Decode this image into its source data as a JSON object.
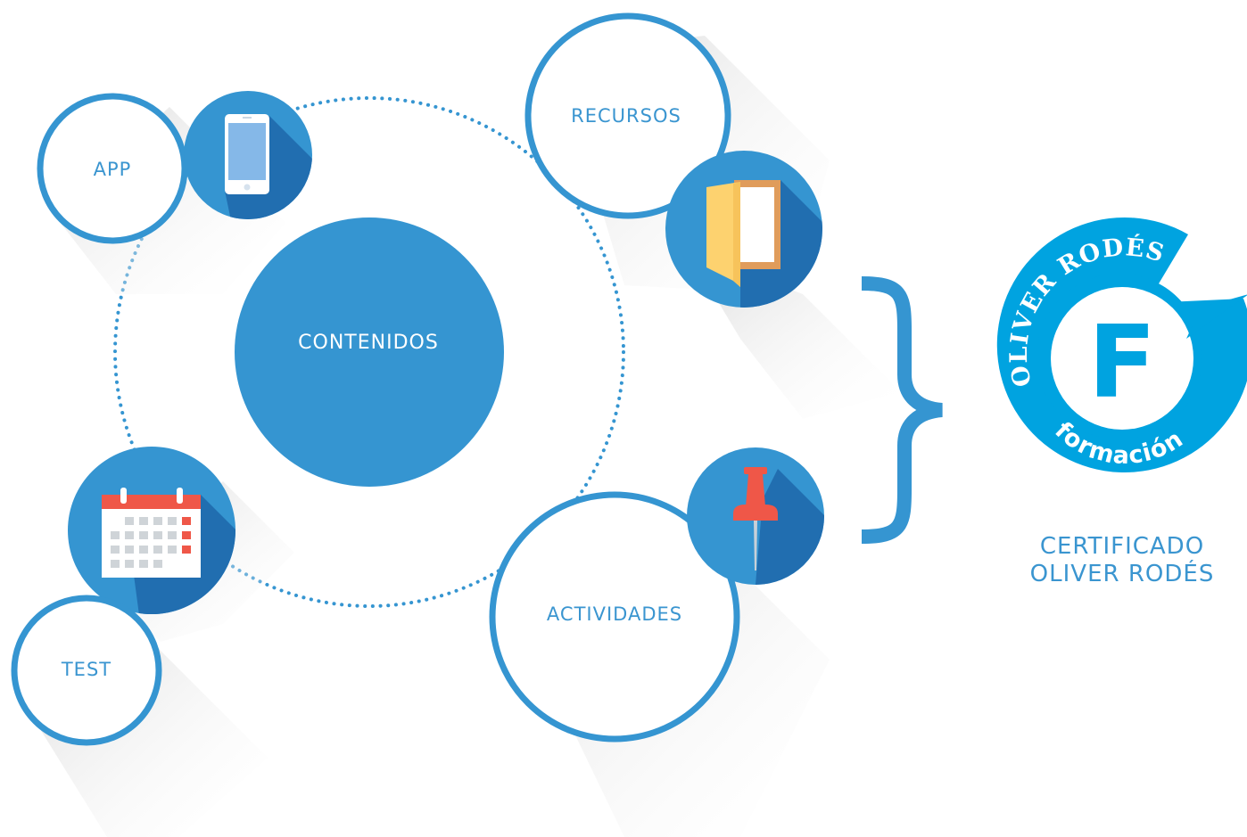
{
  "diagram": {
    "center": {
      "label": "CONTENIDOS"
    },
    "nodes": {
      "app": {
        "label": "APP",
        "icon": "smartphone-icon"
      },
      "recursos": {
        "label": "RECURSOS",
        "icon": "folder-icon"
      },
      "actividades": {
        "label": "ACTIVIDADES",
        "icon": "pushpin-icon"
      },
      "test": {
        "label": "TEST",
        "icon": "calendar-icon"
      }
    },
    "certificate": {
      "line1": "CERTIFICADO",
      "line2": "OLIVER RODÉS"
    }
  },
  "logo": {
    "brand_text": "OLIVER RODÉS",
    "tagline": "formación",
    "letter": "F"
  },
  "colors": {
    "primary_blue": "#3595d1",
    "dark_blue": "#216eb0",
    "logo_cyan": "#00a3e0",
    "shadow": "#d9d9d9",
    "folder_yellow": "#fdd26f",
    "folder_frame": "#e09c5b",
    "pin_red": "#ef5748",
    "calendar_red": "#ef5748",
    "calendar_grid": "#cfd4d8"
  }
}
